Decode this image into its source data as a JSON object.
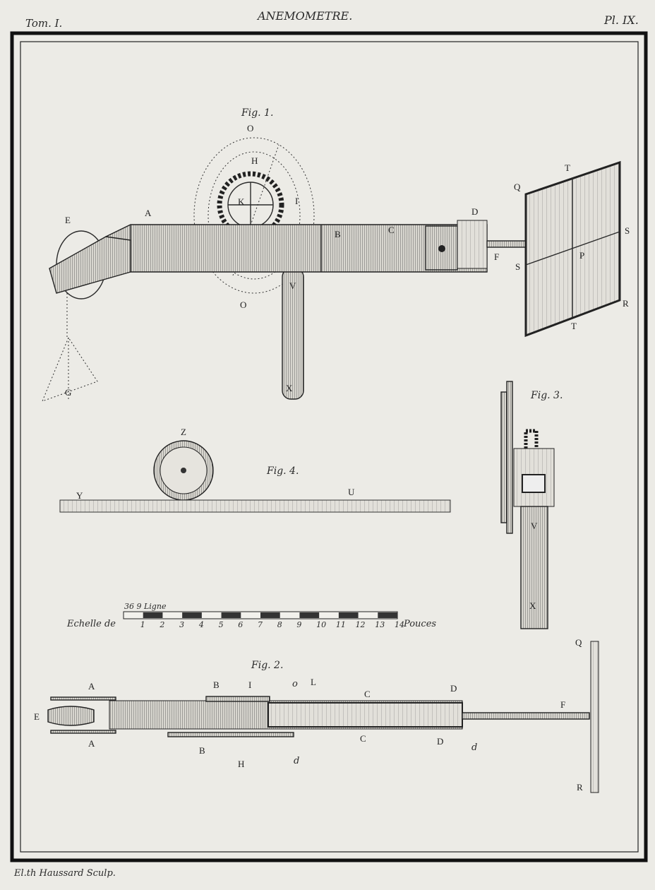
{
  "header": {
    "volume": "Tom. I.",
    "title": "ANEMOMETRE.",
    "plate": "Pl. IX."
  },
  "footer": {
    "engraver": "El.th Haussard Sculp."
  },
  "fig1": {
    "caption": "Fig. 1.",
    "labels": [
      "O",
      "H",
      "K",
      "I",
      "B",
      "A",
      "E",
      "C",
      "D",
      "F",
      "Q",
      "T",
      "S",
      "S",
      "P",
      "R",
      "T",
      "O",
      "V",
      "X",
      "G"
    ]
  },
  "fig2": {
    "caption": "Fig. 2.",
    "labels": [
      "A",
      "E",
      "A",
      "B",
      "I",
      "o",
      "L",
      "C",
      "D",
      "F",
      "Q",
      "C",
      "D",
      "d",
      "B",
      "H",
      "d",
      "R"
    ]
  },
  "fig3": {
    "caption": "Fig. 3.",
    "labels": [
      "V",
      "X"
    ]
  },
  "fig4": {
    "caption": "Fig. 4.",
    "labels": [
      "Z",
      "Y",
      "U"
    ]
  },
  "scale": {
    "prefix": "Echelle de",
    "top_label": "36 9 Ligne",
    "unit": "Pouces",
    "ticks": [
      "1",
      "2",
      "3",
      "4",
      "5",
      "6",
      "7",
      "8",
      "9",
      "10",
      "11",
      "12",
      "13",
      "14"
    ]
  },
  "colors": {
    "paper": "#ecebe6",
    "ink": "#222222"
  }
}
